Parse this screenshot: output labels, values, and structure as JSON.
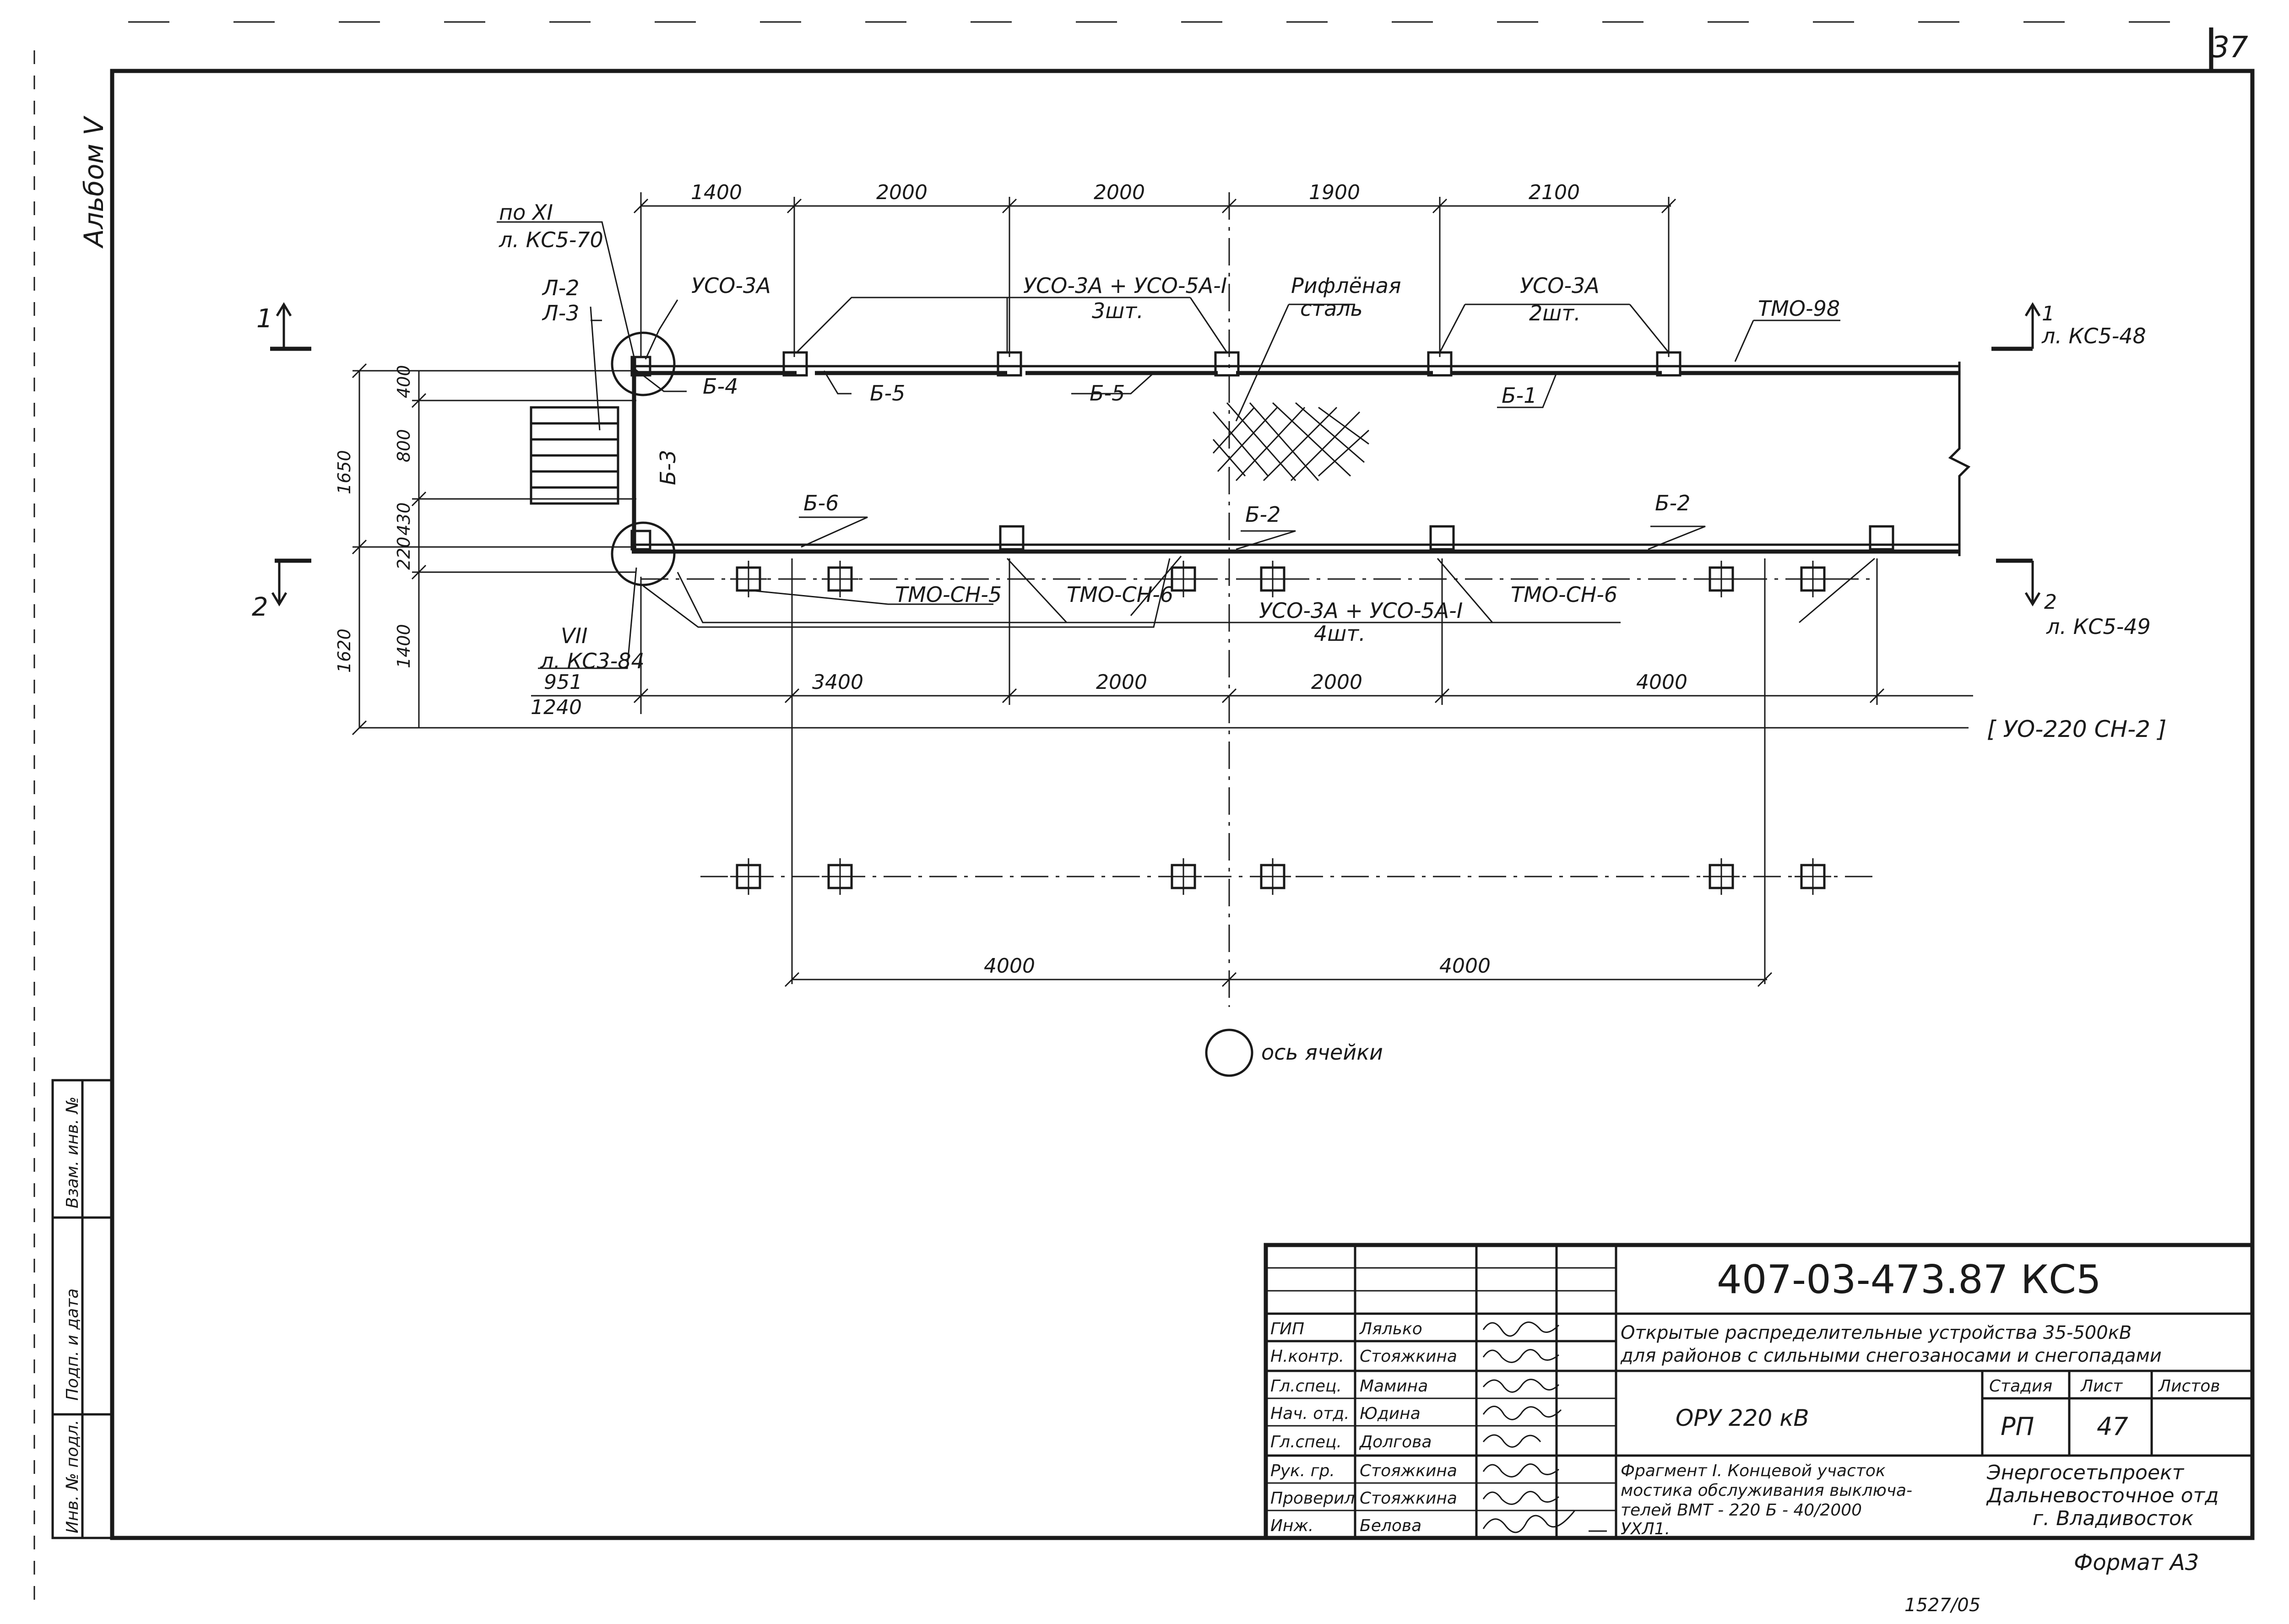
{
  "sheet": {
    "corner_number": "37",
    "album_label": "Альбом V",
    "format_label": "Формат А3",
    "bottom_stamp": "1527/05"
  },
  "drawing": {
    "ref_top_left_1": "по XI",
    "ref_top_left_2": "л. КС5-70",
    "ref_bottom_left_1": "VII",
    "ref_bottom_left_2": "л. КС3-84",
    "stair_labels": [
      "Л-2",
      "Л-3"
    ],
    "top_dims": [
      "1400",
      "2000",
      "2000",
      "1900",
      "2100"
    ],
    "bottom_dims": [
      "3400",
      "2000",
      "2000",
      "4000"
    ],
    "left_dims_inner": [
      "400",
      "800",
      "430",
      "220",
      "1400"
    ],
    "left_dims_outer": [
      "1650",
      "1620"
    ],
    "offset_dims": [
      "951",
      "1240"
    ],
    "lower_dims": [
      "4000",
      "4000"
    ],
    "callouts": {
      "uso_3a": "УСО-3А",
      "uso_combo_top": "УСО-3А + УСО-5А-I",
      "uso_combo_top_qty": "3шт.",
      "ribbed_steel_1": "Рифлёная",
      "ribbed_steel_2": "сталь",
      "uso_3a_right": "УСО-3А",
      "uso_3a_right_qty": "2шт.",
      "tmo_98": "ТМО-98",
      "uso_combo_bottom": "УСО-3А + УСО-5А-I",
      "uso_combo_bottom_qty": "4шт.",
      "tmo_sn_5": "ТМО-СН-5",
      "tmo_sn_6a": "ТМО-СН-6",
      "tmo_sn_6b": "ТМО-СН-6",
      "b_labels": [
        "Б-4",
        "Б-5",
        "Б-5",
        "Б-1",
        "Б-3",
        "Б-6",
        "Б-2",
        "Б-2"
      ],
      "uo_label": "[ УО-220 СН-2 ]",
      "axis_label": "ось ячейки"
    },
    "sections": {
      "s1_left": "1",
      "s1_right": "1",
      "s1_ref": "л. КС5-48",
      "s2_left": "2",
      "s2_right": "2",
      "s2_ref": "л. КС5-49"
    }
  },
  "side_stamp": [
    "Инв. № подл.",
    "Подп. и дата",
    "Взам. инв. №"
  ],
  "title_block": {
    "doc_code": "407-03-473.87 КС5",
    "project_title_1": "Открытые распределительные устройства 35-500кВ",
    "project_title_2": "для районов с сильными снегозаносами и снегопадами",
    "object": "ОРУ 220 кВ",
    "sheet_desc_1": "Фрагмент I. Концевой участок",
    "sheet_desc_2": "мостика обслуживания выключа-",
    "sheet_desc_3": "телей ВМТ - 220 Б - 40/2000",
    "sheet_desc_4": "УХЛ1.",
    "stage_header": "Стадия",
    "sheet_header": "Лист",
    "sheets_header": "Листов",
    "stage": "РП",
    "sheet_no": "47",
    "sheets_total": "",
    "org_1": "Энергосетьпроект",
    "org_2": "Дальневосточное отд",
    "org_3": "г. Владивосток",
    "roles": [
      {
        "role": "ГИП",
        "name": "Лялько"
      },
      {
        "role": "Н.контр.",
        "name": "Стояжкина"
      },
      {
        "role": "Гл.спец.",
        "name": "Мамина"
      },
      {
        "role": "Нач. отд.",
        "name": "Юдина"
      },
      {
        "role": "Гл.спец.",
        "name": "Долгова"
      },
      {
        "role": "Рук. гр.",
        "name": "Стояжкина"
      },
      {
        "role": "Проверил",
        "name": "Стояжкина"
      },
      {
        "role": "Инж.",
        "name": "Белова"
      }
    ]
  }
}
